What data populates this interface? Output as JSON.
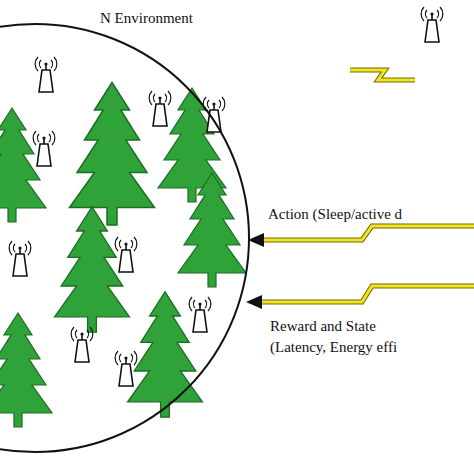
{
  "diagram": {
    "nodes": [
      {
        "text": [
          "N Environment"
        ]
      }
    ],
    "labels": [
      "Action (Sleep/active d",
      "Reward and State (Latency, Energy effi"
    ]
  }
}
